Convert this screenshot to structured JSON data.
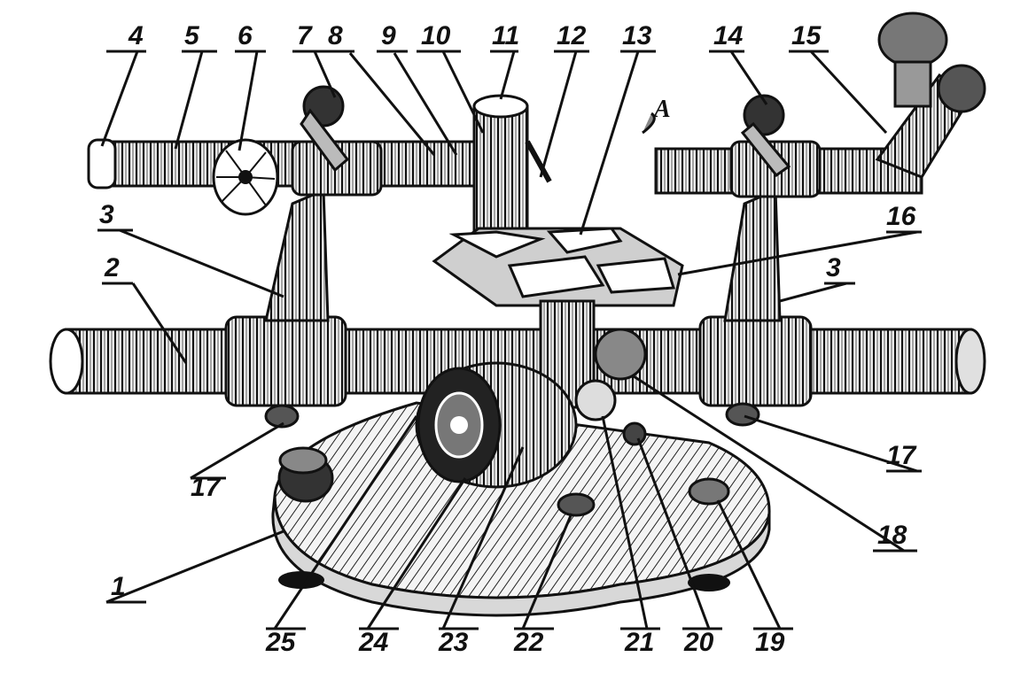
{
  "diagram": {
    "part_labels": [
      "1",
      "2",
      "3",
      "3",
      "4",
      "5",
      "6",
      "7",
      "8",
      "9",
      "10",
      "11",
      "12",
      "13",
      "14",
      "15",
      "16",
      "17",
      "17",
      "18",
      "19",
      "20",
      "21",
      "22",
      "23",
      "24",
      "25"
    ],
    "letter_label": "A"
  },
  "colors": {
    "ink": "#111111",
    "paper": "#ffffff",
    "shade": "#5a5a5a",
    "light": "#e8e8e8"
  }
}
